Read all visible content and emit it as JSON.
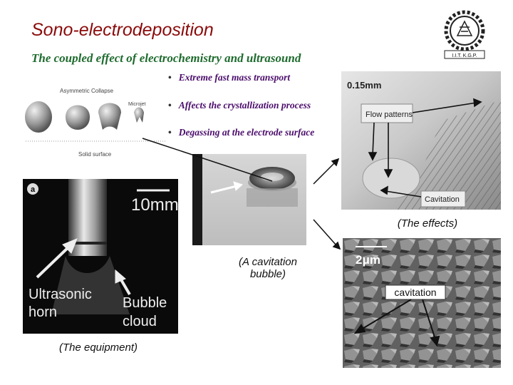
{
  "title": "Sono-electrodeposition",
  "subtitle": "The coupled effect of electrochemistry and ultrasound",
  "bullets": [
    "Extreme fast mass transport",
    "Affects the crystallization process",
    "Degassing at the electrode surface"
  ],
  "collapse_diagram": {
    "heading": "Asymmetric Collapse",
    "microjet": "Microjet",
    "surface": "Solid surface"
  },
  "equipment_photo": {
    "panel_letter": "a",
    "scale": "10mm",
    "left_label_1": "Ultrasonic",
    "left_label_2": "horn",
    "right_label_1": "Bubble",
    "right_label_2": "cloud"
  },
  "effects_photo": {
    "scale": "0.15mm",
    "flow": "Flow patterns",
    "cavitation": "Cavitation"
  },
  "sem_photo": {
    "scale": "2μm",
    "label": "cavitation"
  },
  "logo": {
    "text": "I.I.T. K.G.P."
  },
  "captions": {
    "equipment": "(The equipment)",
    "bubble_1": "(A cavitation",
    "bubble_2": "bubble)",
    "effects": "(The effects)"
  }
}
